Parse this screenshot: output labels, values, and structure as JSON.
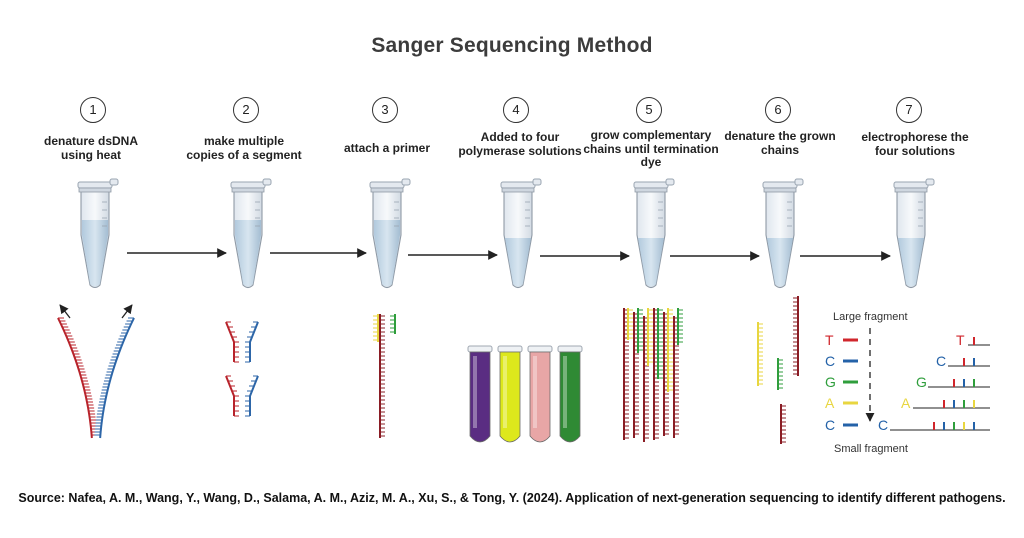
{
  "title": "Sanger Sequencing Method",
  "steps": [
    {
      "num": "1",
      "label": "denature dsDNA using heat"
    },
    {
      "num": "2",
      "label": "make multiple copies of a segment"
    },
    {
      "num": "3",
      "label": "attach a primer"
    },
    {
      "num": "4",
      "label": "Added to four polymerase solutions"
    },
    {
      "num": "5",
      "label": "grow complementary chains until termination dye"
    },
    {
      "num": "6",
      "label": "denature the grown chains"
    },
    {
      "num": "7",
      "label": "electrophorese the four solutions"
    }
  ],
  "gel": {
    "large_label": "Large fragment",
    "small_label": "Small fragment",
    "bases_left": [
      "T",
      "C",
      "G",
      "A",
      "C"
    ],
    "bases_right": [
      "T",
      "C",
      "G",
      "A",
      "C"
    ]
  },
  "colors": {
    "T": "#d0262c",
    "C": "#2462a8",
    "G": "#2f9e3c",
    "A": "#e8d640",
    "strand_red": "#b8232b",
    "strand_blue": "#2d66a8",
    "dark_red": "#8a1c24",
    "tube_purple": "#5a2d82",
    "tube_yellow": "#dde81c",
    "tube_pink": "#e8a6a6",
    "tube_green": "#2f8a34"
  },
  "source": "Source: Nafea, A. M., Wang, Y., Wang, D., Salama, A. M., Aziz, M. A., Xu, S., & Tong, Y. (2024). Application of next-generation sequencing to identify different pathogens."
}
